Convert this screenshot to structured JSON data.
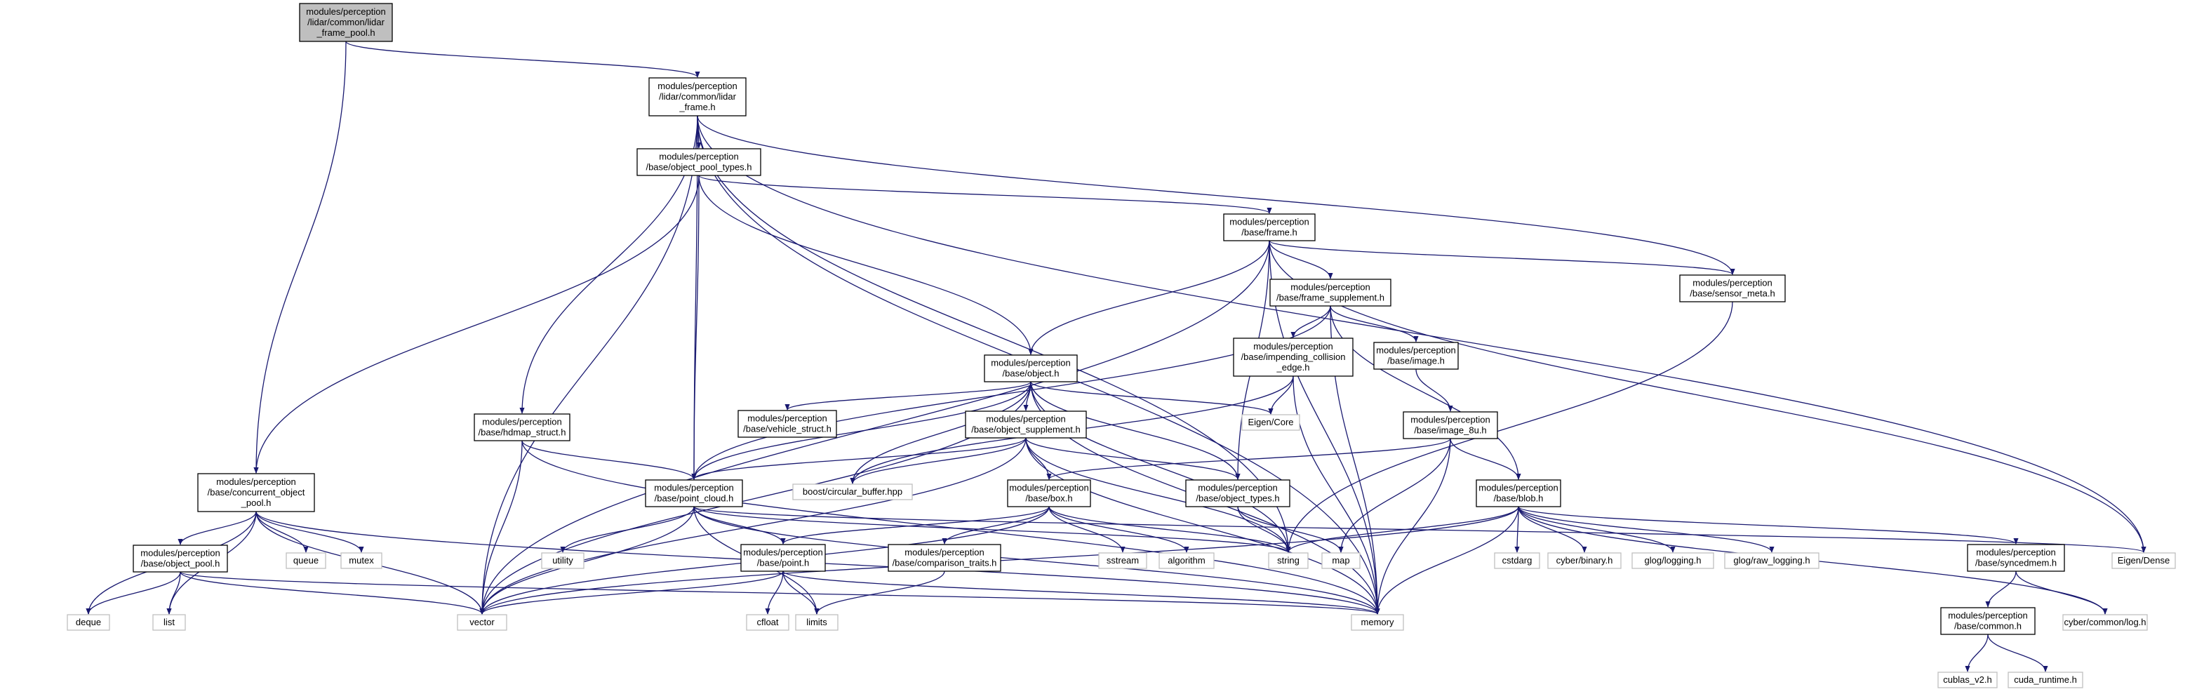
{
  "colors": {
    "edge": "#191970",
    "node_border": "#000000",
    "ext_border": "#bfbfbf",
    "root_fill": "#bfbfbf",
    "node_fill": "#ffffff"
  },
  "nodes": [
    {
      "id": "lidar_frame_pool",
      "kind": "root",
      "lines": [
        "modules/perception",
        "/lidar/common/lidar",
        "_frame_pool.h"
      ]
    },
    {
      "id": "lidar_frame",
      "kind": "file",
      "lines": [
        "modules/perception",
        "/lidar/common/lidar",
        "_frame.h"
      ]
    },
    {
      "id": "object_pool_types",
      "kind": "file",
      "lines": [
        "modules/perception",
        "/base/object_pool_types.h"
      ]
    },
    {
      "id": "frame",
      "kind": "file",
      "lines": [
        "modules/perception",
        "/base/frame.h"
      ]
    },
    {
      "id": "frame_supplement",
      "kind": "file",
      "lines": [
        "modules/perception",
        "/base/frame_supplement.h"
      ]
    },
    {
      "id": "sensor_meta",
      "kind": "file",
      "lines": [
        "modules/perception",
        "/base/sensor_meta.h"
      ]
    },
    {
      "id": "object",
      "kind": "file",
      "lines": [
        "modules/perception",
        "/base/object.h"
      ]
    },
    {
      "id": "impending",
      "kind": "file",
      "lines": [
        "modules/perception",
        "/base/impending_collision",
        "_edge.h"
      ]
    },
    {
      "id": "image",
      "kind": "file",
      "lines": [
        "modules/perception",
        "/base/image.h"
      ]
    },
    {
      "id": "vehicle_struct",
      "kind": "file",
      "lines": [
        "modules/perception",
        "/base/vehicle_struct.h"
      ]
    },
    {
      "id": "eigen_core",
      "kind": "ext",
      "lines": [
        "Eigen/Core"
      ]
    },
    {
      "id": "hdmap_struct",
      "kind": "file",
      "lines": [
        "modules/perception",
        "/base/hdmap_struct.h"
      ]
    },
    {
      "id": "object_supplement",
      "kind": "file",
      "lines": [
        "modules/perception",
        "/base/object_supplement.h"
      ]
    },
    {
      "id": "image_8u",
      "kind": "file",
      "lines": [
        "modules/perception",
        "/base/image_8u.h"
      ]
    },
    {
      "id": "concurrent_pool",
      "kind": "file",
      "lines": [
        "modules/perception",
        "/base/concurrent_object",
        "_pool.h"
      ]
    },
    {
      "id": "point_cloud",
      "kind": "file",
      "lines": [
        "modules/perception",
        "/base/point_cloud.h"
      ]
    },
    {
      "id": "circular_buffer",
      "kind": "ext",
      "lines": [
        "boost/circular_buffer.hpp"
      ]
    },
    {
      "id": "box",
      "kind": "file",
      "lines": [
        "modules/perception",
        "/base/box.h"
      ]
    },
    {
      "id": "object_types",
      "kind": "file",
      "lines": [
        "modules/perception",
        "/base/object_types.h"
      ]
    },
    {
      "id": "blob",
      "kind": "file",
      "lines": [
        "modules/perception",
        "/base/blob.h"
      ]
    },
    {
      "id": "queue",
      "kind": "ext",
      "lines": [
        "queue"
      ]
    },
    {
      "id": "mutex",
      "kind": "ext",
      "lines": [
        "mutex"
      ]
    },
    {
      "id": "object_pool",
      "kind": "file",
      "lines": [
        "modules/perception",
        "/base/object_pool.h"
      ]
    },
    {
      "id": "utility",
      "kind": "ext",
      "lines": [
        "utility"
      ]
    },
    {
      "id": "point",
      "kind": "file",
      "lines": [
        "modules/perception",
        "/base/point.h"
      ]
    },
    {
      "id": "comparison_traits",
      "kind": "file",
      "lines": [
        "modules/perception",
        "/base/comparison_traits.h"
      ]
    },
    {
      "id": "sstream",
      "kind": "ext",
      "lines": [
        "sstream"
      ]
    },
    {
      "id": "algorithm",
      "kind": "ext",
      "lines": [
        "algorithm"
      ]
    },
    {
      "id": "string",
      "kind": "ext",
      "lines": [
        "string"
      ]
    },
    {
      "id": "map",
      "kind": "ext",
      "lines": [
        "map"
      ]
    },
    {
      "id": "cstdarg",
      "kind": "ext",
      "lines": [
        "cstdarg"
      ]
    },
    {
      "id": "cyber_binary",
      "kind": "ext",
      "lines": [
        "cyber/binary.h"
      ]
    },
    {
      "id": "glog_logging",
      "kind": "ext",
      "lines": [
        "glog/logging.h"
      ]
    },
    {
      "id": "glog_raw",
      "kind": "ext",
      "lines": [
        "glog/raw_logging.h"
      ]
    },
    {
      "id": "syncedmem",
      "kind": "file",
      "lines": [
        "modules/perception",
        "/base/syncedmem.h"
      ]
    },
    {
      "id": "eigen_dense",
      "kind": "ext",
      "lines": [
        "Eigen/Dense"
      ]
    },
    {
      "id": "deque",
      "kind": "ext",
      "lines": [
        "deque"
      ]
    },
    {
      "id": "list",
      "kind": "ext",
      "lines": [
        "list"
      ]
    },
    {
      "id": "vector",
      "kind": "ext",
      "lines": [
        "vector"
      ]
    },
    {
      "id": "cfloat",
      "kind": "ext",
      "lines": [
        "cfloat"
      ]
    },
    {
      "id": "limits",
      "kind": "ext",
      "lines": [
        "limits"
      ]
    },
    {
      "id": "memory",
      "kind": "ext",
      "lines": [
        "memory"
      ]
    },
    {
      "id": "common",
      "kind": "file",
      "lines": [
        "modules/perception",
        "/base/common.h"
      ]
    },
    {
      "id": "cyber_log",
      "kind": "ext",
      "lines": [
        "cyber/common/log.h"
      ]
    },
    {
      "id": "cublas",
      "kind": "ext",
      "lines": [
        "cublas_v2.h"
      ]
    },
    {
      "id": "cuda_runtime",
      "kind": "ext",
      "lines": [
        "cuda_runtime.h"
      ]
    }
  ],
  "edges": [
    [
      "lidar_frame_pool",
      "lidar_frame"
    ],
    [
      "lidar_frame_pool",
      "concurrent_pool"
    ],
    [
      "lidar_frame",
      "object_pool_types"
    ],
    [
      "lidar_frame",
      "hdmap_struct"
    ],
    [
      "lidar_frame",
      "point_cloud"
    ],
    [
      "lidar_frame",
      "vector"
    ],
    [
      "lidar_frame",
      "string"
    ],
    [
      "lidar_frame",
      "sensor_meta"
    ],
    [
      "lidar_frame",
      "memory"
    ],
    [
      "lidar_frame",
      "eigen_dense"
    ],
    [
      "object_pool_types",
      "frame"
    ],
    [
      "object_pool_types",
      "object"
    ],
    [
      "object_pool_types",
      "concurrent_pool"
    ],
    [
      "object_pool_types",
      "point_cloud"
    ],
    [
      "frame",
      "frame_supplement"
    ],
    [
      "frame",
      "sensor_meta"
    ],
    [
      "frame",
      "object"
    ],
    [
      "frame",
      "object_types"
    ],
    [
      "frame",
      "vector"
    ],
    [
      "frame",
      "memory"
    ],
    [
      "frame",
      "eigen_dense"
    ],
    [
      "frame_supplement",
      "impending"
    ],
    [
      "frame_supplement",
      "image"
    ],
    [
      "frame_supplement",
      "blob"
    ],
    [
      "frame_supplement",
      "point_cloud"
    ],
    [
      "frame_supplement",
      "memory"
    ],
    [
      "sensor_meta",
      "string"
    ],
    [
      "object",
      "vehicle_struct"
    ],
    [
      "object",
      "object_supplement"
    ],
    [
      "object",
      "eigen_core"
    ],
    [
      "object",
      "point_cloud"
    ],
    [
      "object",
      "circular_buffer"
    ],
    [
      "object",
      "object_types"
    ],
    [
      "object",
      "vector"
    ],
    [
      "object",
      "string"
    ],
    [
      "object",
      "memory"
    ],
    [
      "impending",
      "eigen_core"
    ],
    [
      "impending",
      "circular_buffer"
    ],
    [
      "impending",
      "memory"
    ],
    [
      "image",
      "image_8u"
    ],
    [
      "image_8u",
      "blob"
    ],
    [
      "image_8u",
      "box"
    ],
    [
      "image_8u",
      "map"
    ],
    [
      "image_8u",
      "memory"
    ],
    [
      "hdmap_struct",
      "point_cloud"
    ],
    [
      "hdmap_struct",
      "vector"
    ],
    [
      "hdmap_struct",
      "memory"
    ],
    [
      "object_supplement",
      "point_cloud"
    ],
    [
      "object_supplement",
      "box"
    ],
    [
      "object_supplement",
      "object_types"
    ],
    [
      "object_supplement",
      "circular_buffer"
    ],
    [
      "object_supplement",
      "vector"
    ],
    [
      "object_supplement",
      "string"
    ],
    [
      "object_supplement",
      "memory"
    ],
    [
      "concurrent_pool",
      "object_pool"
    ],
    [
      "concurrent_pool",
      "queue"
    ],
    [
      "concurrent_pool",
      "mutex"
    ],
    [
      "concurrent_pool",
      "deque"
    ],
    [
      "concurrent_pool",
      "list"
    ],
    [
      "concurrent_pool",
      "vector"
    ],
    [
      "concurrent_pool",
      "memory"
    ],
    [
      "point_cloud",
      "point"
    ],
    [
      "point_cloud",
      "utility"
    ],
    [
      "point_cloud",
      "vector"
    ],
    [
      "point_cloud",
      "limits"
    ],
    [
      "point_cloud",
      "memory"
    ],
    [
      "point_cloud",
      "string"
    ],
    [
      "point_cloud",
      "eigen_dense"
    ],
    [
      "box",
      "point"
    ],
    [
      "box",
      "comparison_traits"
    ],
    [
      "box",
      "sstream"
    ],
    [
      "box",
      "algorithm"
    ],
    [
      "box",
      "vector"
    ],
    [
      "box",
      "string"
    ],
    [
      "object_types",
      "string"
    ],
    [
      "object_types",
      "map"
    ],
    [
      "blob",
      "cstdarg"
    ],
    [
      "blob",
      "cyber_binary"
    ],
    [
      "blob",
      "glog_logging"
    ],
    [
      "blob",
      "glog_raw"
    ],
    [
      "blob",
      "syncedmem"
    ],
    [
      "blob",
      "memory"
    ],
    [
      "blob",
      "vector"
    ],
    [
      "blob",
      "string"
    ],
    [
      "blob",
      "cyber_log"
    ],
    [
      "object_pool",
      "deque"
    ],
    [
      "object_pool",
      "list"
    ],
    [
      "object_pool",
      "vector"
    ],
    [
      "object_pool",
      "memory"
    ],
    [
      "point",
      "cfloat"
    ],
    [
      "point",
      "limits"
    ],
    [
      "point",
      "vector"
    ],
    [
      "point",
      "memory"
    ],
    [
      "comparison_traits",
      "limits"
    ],
    [
      "syncedmem",
      "common"
    ],
    [
      "syncedmem",
      "cyber_log"
    ],
    [
      "common",
      "cublas"
    ],
    [
      "common",
      "cuda_runtime"
    ]
  ]
}
